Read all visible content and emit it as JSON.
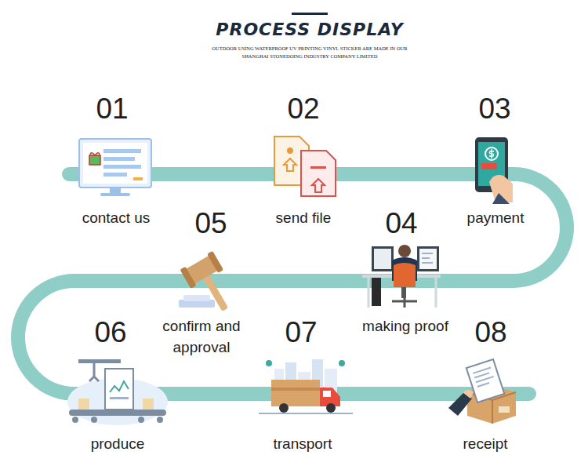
{
  "diagram": {
    "title": "PROCESS DISPLAY",
    "caption": "OUTDOOR USING WATERPROOF UV PRINTING VINYL STICKER ARE MADE IN OUR SHANGHAI STONEDOING INDUSTRY COMPANY LIMITED",
    "labels": [
      "01",
      "contact us",
      "02",
      "send file",
      "03",
      "payment",
      "04",
      "making proof",
      "05",
      "confirm and approval",
      "06",
      "produce",
      "07",
      "transport",
      "08",
      "receipt"
    ]
  }
}
